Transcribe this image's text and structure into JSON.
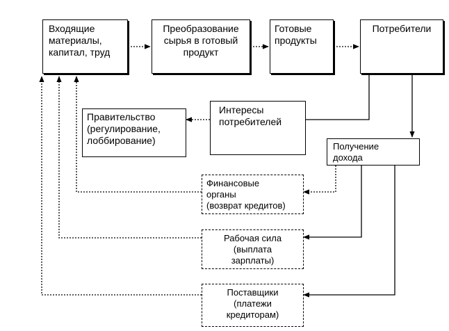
{
  "nodes": {
    "inputs": "Входящие\nматериалы,\nкапитал, труд",
    "transformation": "Преобразование\nсырья в готовый\nпродукт",
    "finished_products": "Готовые\nпродукты",
    "consumers": "Потребители",
    "consumer_interests": "Интересы\nпотребителей",
    "government": "Правительство\n(регулирование,\nлоббирование)",
    "income": "Получение\nдохода",
    "financial_bodies": "Финансовые\nорганы\n(возврат кредитов)",
    "workforce": "Рабочая сила\n(выплата\nзарплаты)",
    "suppliers": "Поставщики\n(платежи\nкредиторам)"
  }
}
